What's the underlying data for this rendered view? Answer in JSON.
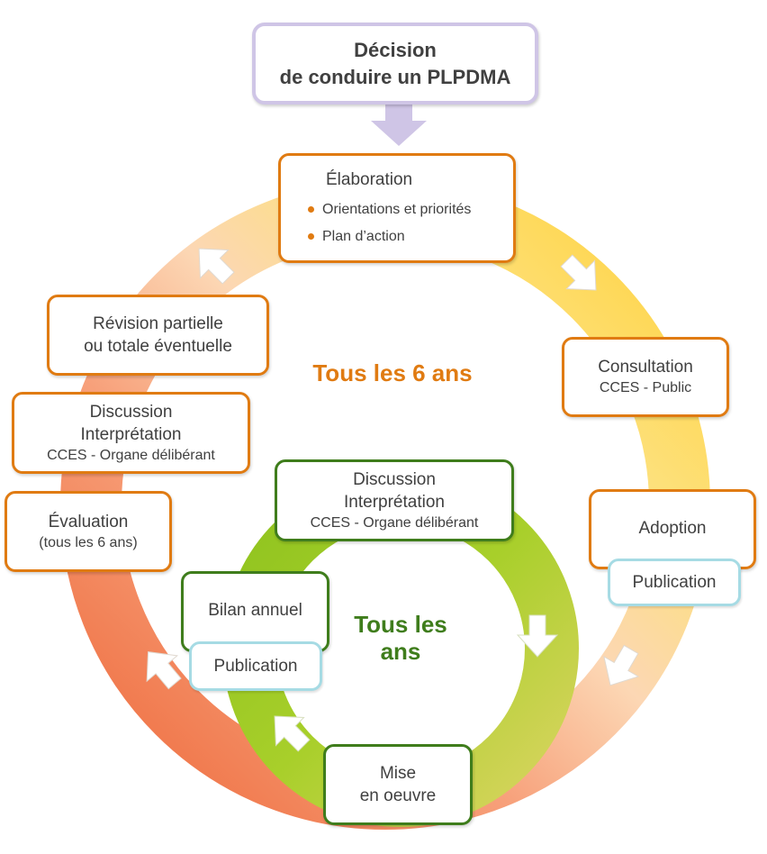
{
  "decision": {
    "line1": "Décision",
    "line2": "de conduire un PLPDMA"
  },
  "elaboration": {
    "title": "Élaboration",
    "bullets": [
      "Orientations et priorités",
      "Plan d’action"
    ]
  },
  "consultation": {
    "title": "Consultation",
    "sub": "CCES - Public"
  },
  "adoption": {
    "title": "Adoption",
    "publication": "Publication"
  },
  "mise_en_oeuvre": {
    "line1": "Mise",
    "line2": "en oeuvre"
  },
  "bilan": {
    "title": "Bilan annuel",
    "publication": "Publication"
  },
  "discussion_inner": {
    "line1": "Discussion",
    "line2": "Interprétation",
    "sub": "CCES - Organe délibérant"
  },
  "evaluation": {
    "title": "Évaluation",
    "sub": "(tous les 6 ans)"
  },
  "discussion_outer": {
    "line1": "Discussion",
    "line2": "Interprétation",
    "sub": "CCES - Organe délibérant"
  },
  "revision": {
    "line1": "Révision partielle",
    "line2": "ou totale éventuelle"
  },
  "cycle_outer": {
    "label": "Tous les 6 ans",
    "color": "#e07b12"
  },
  "cycle_inner": {
    "label_line1": "Tous les",
    "label_line2": "ans",
    "color": "#3f7d1c"
  },
  "colors": {
    "orange_border": "#e07b12",
    "green_border": "#3f7d1c",
    "blue_border": "#a6dbe4",
    "purple_border": "#cfc5e6"
  }
}
